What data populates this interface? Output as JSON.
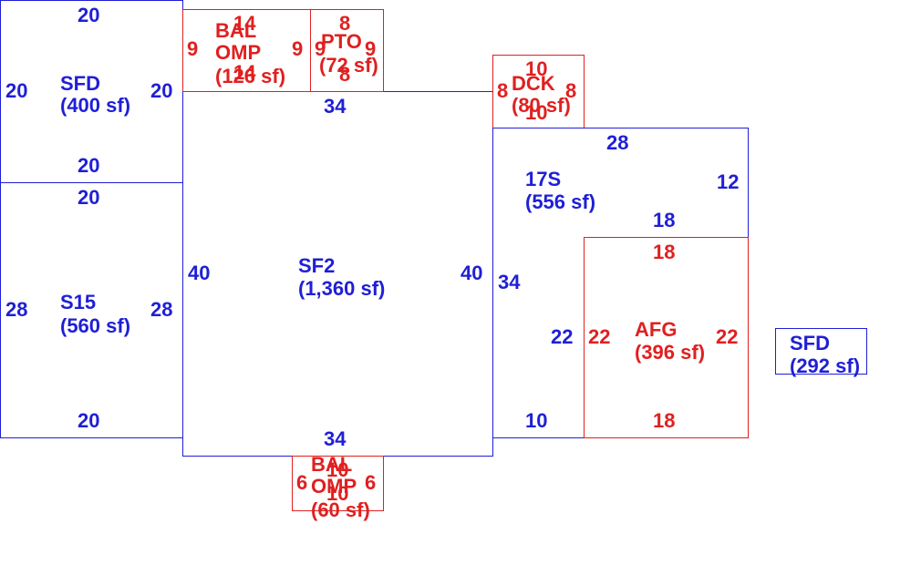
{
  "colors": {
    "living": "#1f1fd6",
    "addition": "#e02020",
    "background": "#ffffff"
  },
  "rooms": {
    "sfd_top": {
      "code": "SFD",
      "area": "(400 sf)",
      "dim_top": "20",
      "dim_left": "20",
      "dim_right": "20",
      "dim_bottom": "20"
    },
    "s15": {
      "code": "S15",
      "area": "(560 sf)",
      "dim_top": "20",
      "dim_left": "28",
      "dim_right": "28",
      "dim_bottom": "20"
    },
    "sf2": {
      "code": "SF2",
      "area": "(1,360 sf)",
      "dim_top": "34",
      "dim_left": "40",
      "dim_right": "40",
      "dim_bottom": "34"
    },
    "bal_top": {
      "code_line1": "BAL",
      "code_line2": "OMP",
      "area": "(126 sf)",
      "dim_top": "14",
      "dim_left": "9",
      "dim_right": "9",
      "dim_bottom": "14"
    },
    "pto": {
      "code": "PTO",
      "area": "(72 sf)",
      "dim_top": "8",
      "dim_left": "9",
      "dim_right": "9",
      "dim_bottom": "8"
    },
    "dck": {
      "code": "DCK",
      "area": "(80 sf)",
      "dim_top": "10",
      "dim_left": "8",
      "dim_right": "8",
      "dim_bottom": "10"
    },
    "s17": {
      "code": "17S",
      "area": "(556 sf)",
      "dim_top": "28",
      "dim_right": "12",
      "dim_inner_top": "18",
      "dim_left": "34",
      "dim_inner_left": "22",
      "dim_bottom": "10"
    },
    "afg": {
      "code": "AFG",
      "area": "(396 sf)",
      "dim_top": "18",
      "dim_left": "22",
      "dim_right": "22",
      "dim_bottom": "18"
    },
    "bal_bottom": {
      "code_line1": "BAL",
      "code_line2": "OMP",
      "area": "(60 sf)",
      "dim_top": "10",
      "dim_left": "6",
      "dim_right": "6",
      "dim_bottom": "10"
    },
    "sfd_small": {
      "code": "SFD",
      "area": "(292 sf)"
    }
  }
}
